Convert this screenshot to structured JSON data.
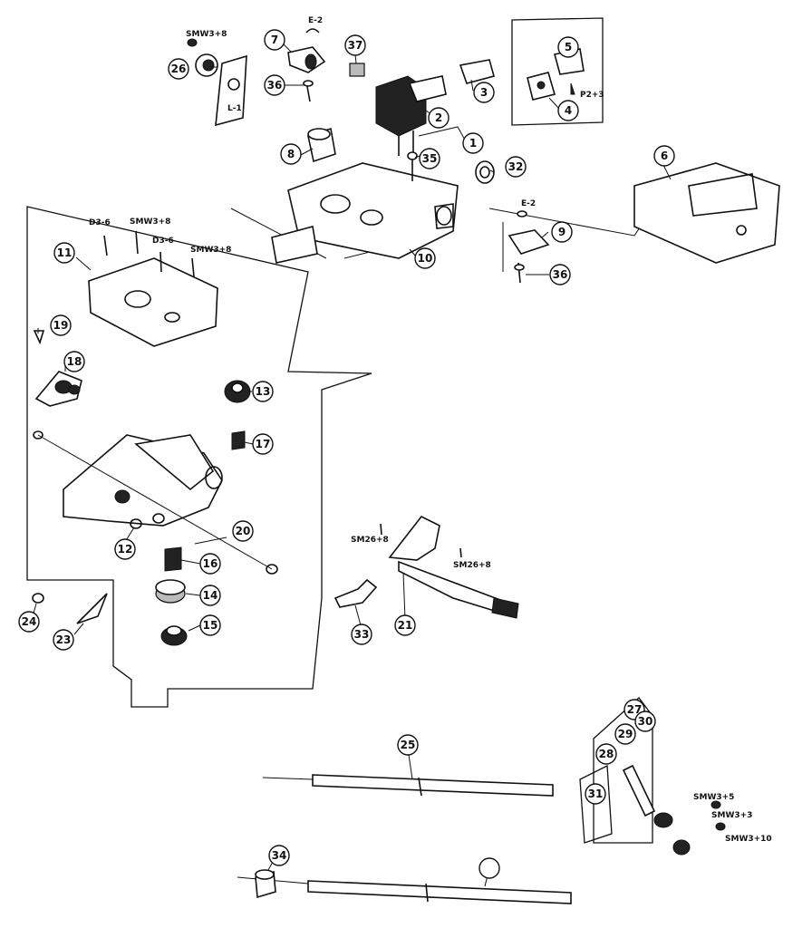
{
  "callouts": {
    "c1": "1",
    "c2": "2",
    "c3": "3",
    "c4": "4",
    "c5": "5",
    "c6": "6",
    "c7": "7",
    "c8": "8",
    "c9": "9",
    "c10": "10",
    "c11": "11",
    "c12": "12",
    "c13": "13",
    "c14": "14",
    "c15": "15",
    "c16": "16",
    "c17": "17",
    "c18": "18",
    "c19": "19",
    "c20": "20",
    "c21": "21",
    "c23": "23",
    "c24": "24",
    "c25": "25",
    "c26": "26",
    "c27": "27",
    "c28": "28",
    "c29": "29",
    "c30": "30",
    "c31": "31",
    "c32": "32",
    "c33": "33",
    "c34": "34",
    "c35": "35",
    "c36a": "36",
    "c36b": "36",
    "c37": "37"
  },
  "screws": {
    "smw38_top": "SMW3+8",
    "e2_top": "E-2",
    "p23": "P2+3",
    "e2_right": "E-2",
    "d36_a": "D3-6",
    "smw38_a": "SMW3+8",
    "d36_b": "D3-6",
    "smw38_b": "SMW3+8",
    "sm26_a": "SM26+8",
    "sm26_b": "SM26+8",
    "smw35": "SMW3+5",
    "smw33": "SMW3+3",
    "smw310": "SMW3+10"
  },
  "plate_text": {
    "t1": "L-1"
  }
}
